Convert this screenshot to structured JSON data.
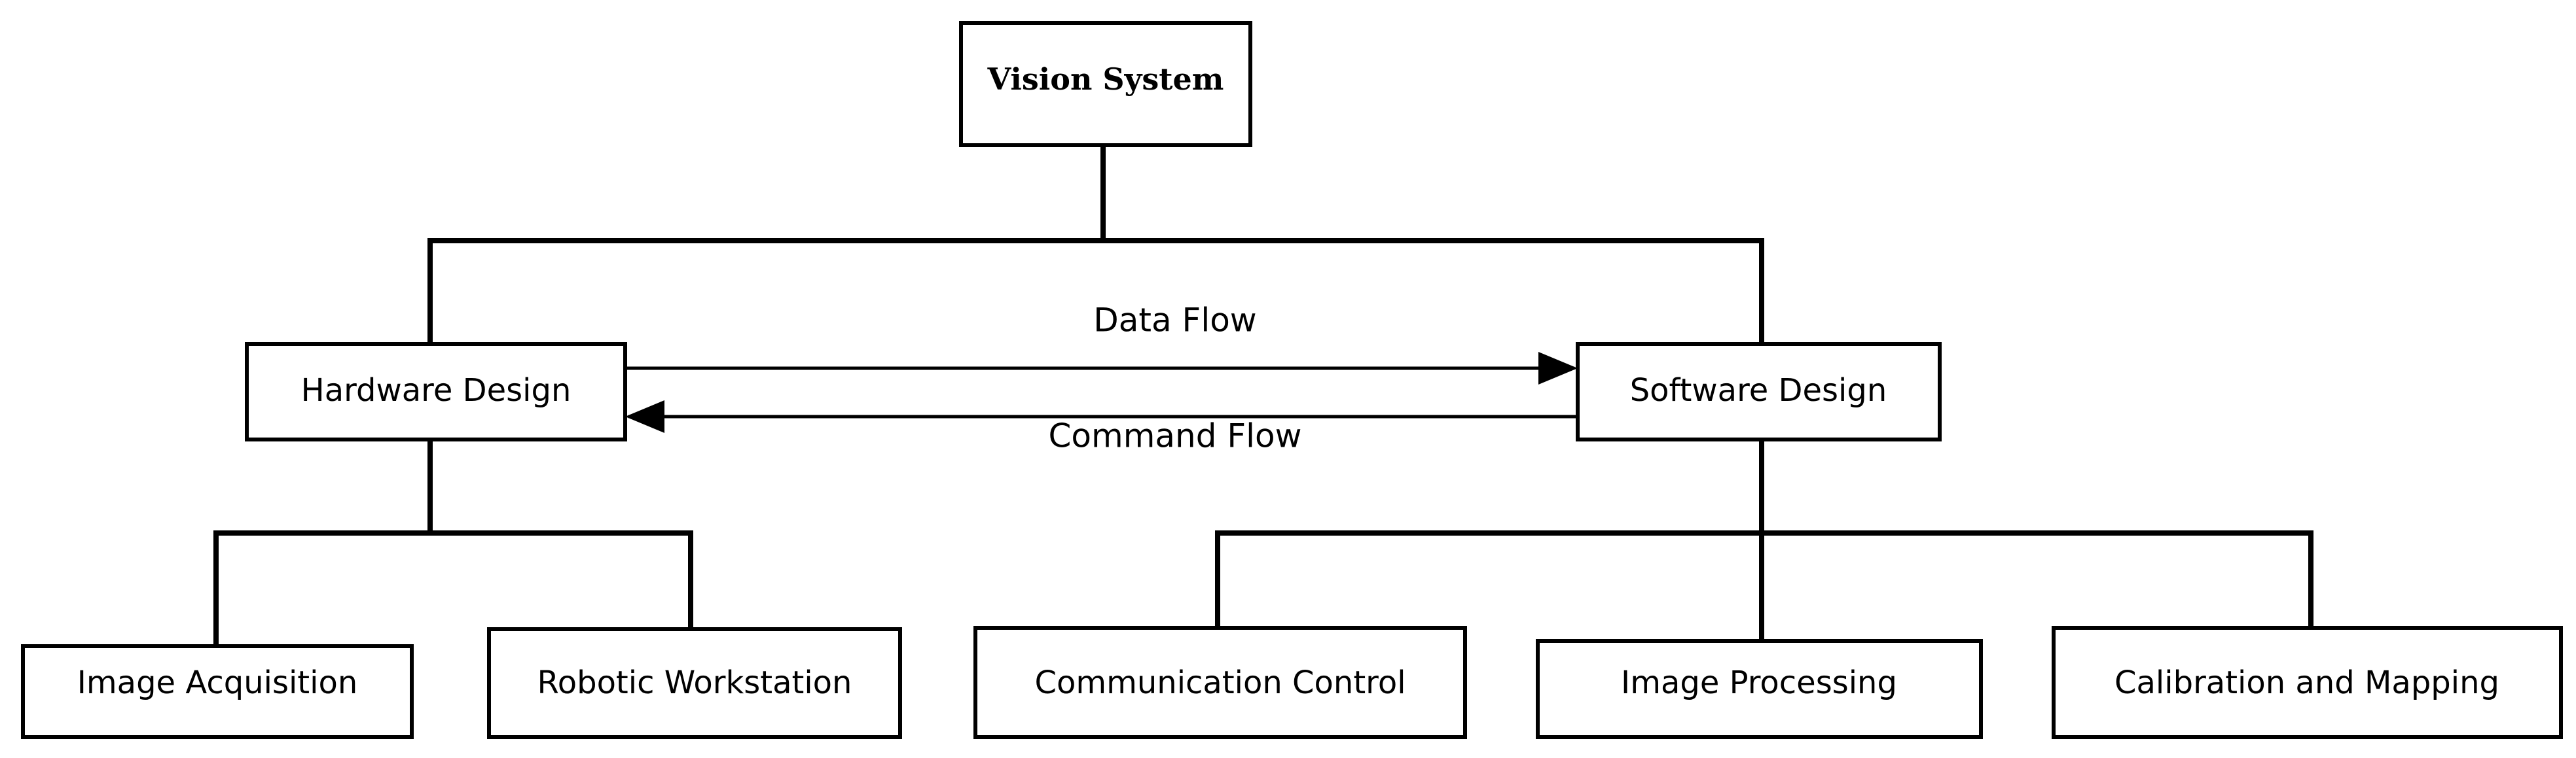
{
  "nodes": {
    "root": {
      "label": "Vision System"
    },
    "hardware": {
      "label": "Hardware Design"
    },
    "software": {
      "label": "Software Design"
    },
    "image_acquisition": {
      "label": "Image Acquisition"
    },
    "robotic_workstation": {
      "label": "Robotic Workstation"
    },
    "communication_control": {
      "label": "Communication Control"
    },
    "image_processing": {
      "label": "Image Processing"
    },
    "calibration_mapping": {
      "label": "Calibration and Mapping"
    }
  },
  "flows": {
    "data": {
      "label": "Data Flow"
    },
    "command": {
      "label": "Command Flow"
    }
  }
}
